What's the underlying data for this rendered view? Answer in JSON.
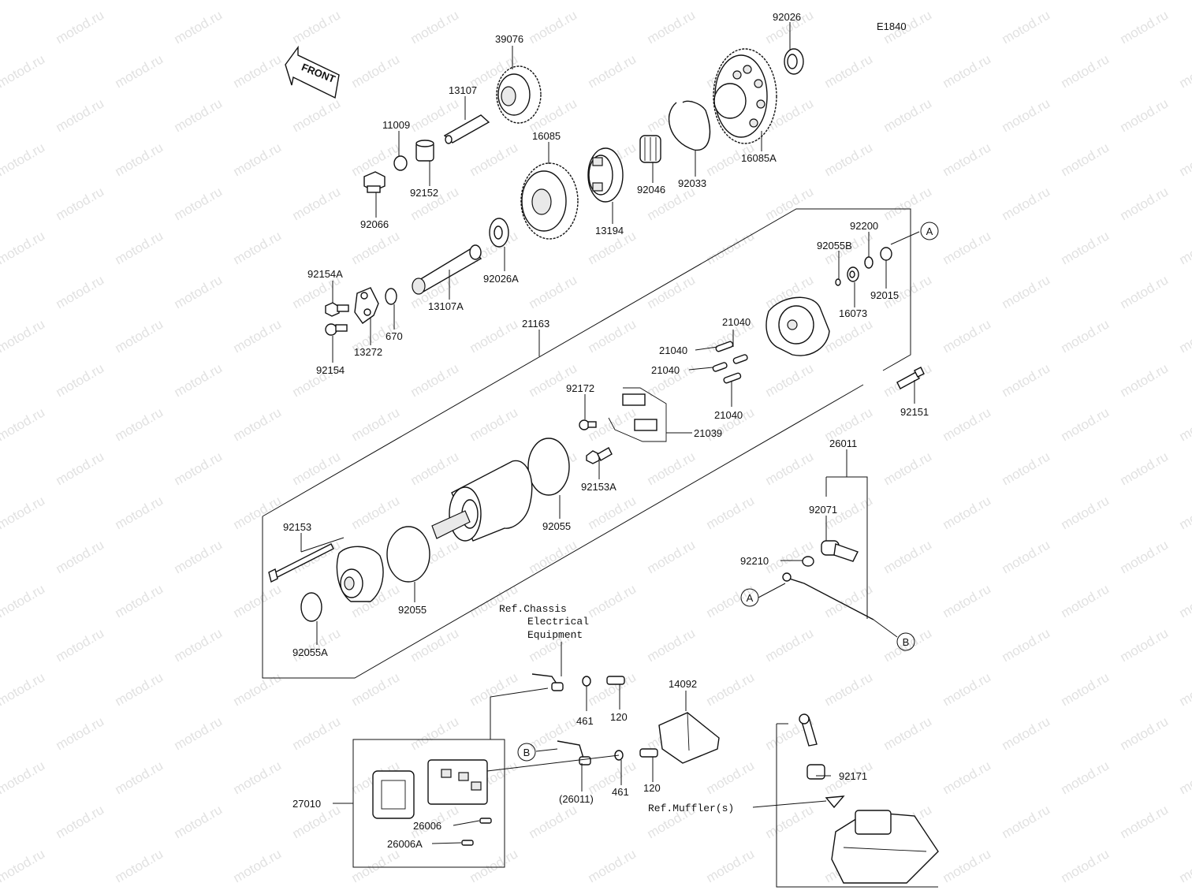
{
  "diagram_code": "E1840",
  "front_label": "FRONT",
  "watermark": "motod.ru",
  "callouts": {
    "A": "A",
    "B": "B"
  },
  "parts": {
    "p39076": "39076",
    "p13107": "13107",
    "p11009": "11009",
    "p16085": "16085",
    "p92026": "92026",
    "p16085A": "16085A",
    "p92152": "92152",
    "p92066": "92066",
    "p13194": "13194",
    "p92046": "92046",
    "p92033": "92033",
    "p92026A": "92026A",
    "p13107A": "13107A",
    "p92154A": "92154A",
    "p92154": "92154",
    "p13272": "13272",
    "p670": "670",
    "p21163": "21163",
    "p92200": "92200",
    "p92055B": "92055B",
    "p92015": "92015",
    "p16073": "16073",
    "p21040_a": "21040",
    "p21040_b": "21040",
    "p21040_c": "21040",
    "p21040_d": "21040",
    "p92172": "92172",
    "p21039": "21039",
    "p92151": "92151",
    "p92153A": "92153A",
    "p92055_top": "92055",
    "p92153": "92153",
    "p92055_bottom": "92055",
    "p92055A": "92055A",
    "p26011": "26011",
    "p92071": "92071",
    "p92210": "92210",
    "p461_a": "461",
    "p120_a": "120",
    "p14092": "14092",
    "p461_b": "461",
    "p120_b": "120",
    "p26011_paren": "(26011)",
    "p92171": "92171",
    "p27010": "27010",
    "p26006": "26006",
    "p26006A": "26006A"
  },
  "references": {
    "chassis_line1": "Ref.Chassis",
    "chassis_line2": "Electrical",
    "chassis_line3": "Equipment",
    "muffler": "Ref.Muffler(s)"
  }
}
